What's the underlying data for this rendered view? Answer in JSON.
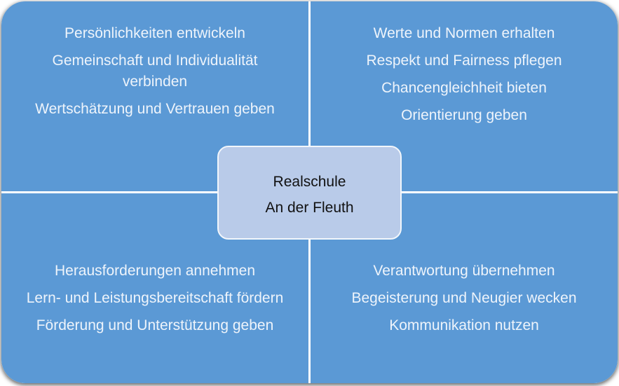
{
  "diagram": {
    "center": {
      "line1": "Realschule",
      "line2": "An der Fleuth"
    },
    "quadrants": {
      "top_left": {
        "items": [
          "Persönlichkeiten entwickeln",
          "Gemeinschaft und Individualität\nverbinden",
          "Wertschätzung und Vertrauen geben"
        ]
      },
      "top_right": {
        "items": [
          "Werte und Normen erhalten",
          "Respekt und Fairness pflegen",
          "Chancengleichheit bieten",
          "Orientierung geben"
        ]
      },
      "bottom_left": {
        "items": [
          "Herausforderungen annehmen",
          "Lern- und Leistungsbereitschaft fördern",
          "Förderung und Unterstützung geben"
        ]
      },
      "bottom_right": {
        "items": [
          "Verantwortung übernehmen",
          "Begeisterung und Neugier wecken",
          "Kommunikation nutzen"
        ]
      }
    },
    "colors": {
      "quadrant_blue": "#5b99d5",
      "center_fill": "#b9cbe9",
      "center_border": "#f2f6fb",
      "divider_white": "#ffffff",
      "text_light": "#eef4fb",
      "text_dark": "#111111",
      "shadow_gray": "#4b4b4b"
    }
  }
}
